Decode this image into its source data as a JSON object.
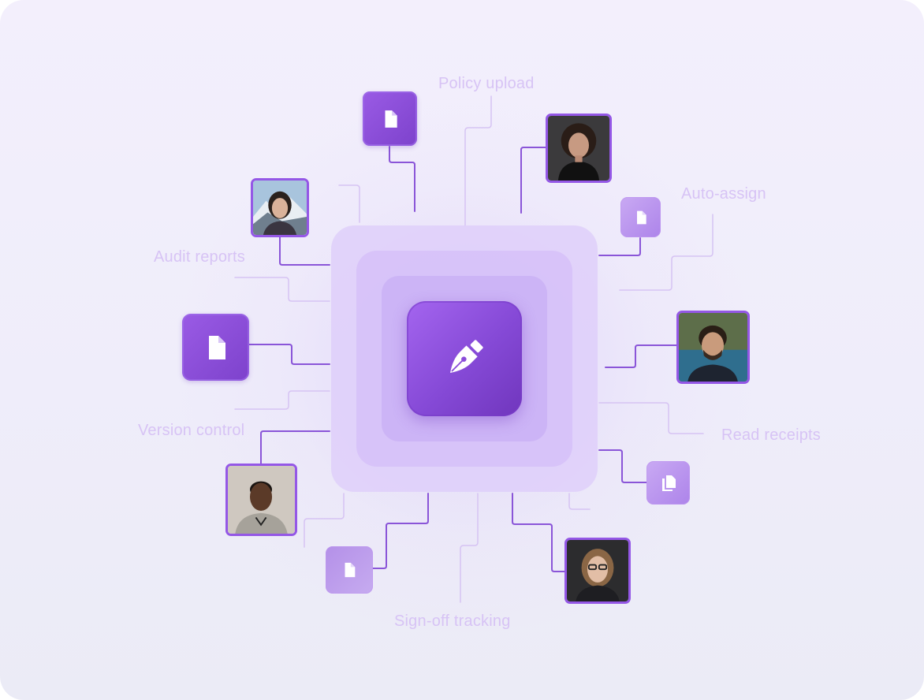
{
  "labels": {
    "policy_upload": "Policy upload",
    "auto_assign": "Auto-assign",
    "audit_reports": "Audit reports",
    "version_control": "Version control",
    "read_receipts": "Read receipts",
    "sign_off_tracking": "Sign-off tracking"
  },
  "hub": {
    "icon": "fountain-pen-icon"
  },
  "colors": {
    "accent": "#8549d6",
    "line_dark": "#8a55d8",
    "line_light": "#d6c3f3",
    "label": "#d7c3f5"
  }
}
